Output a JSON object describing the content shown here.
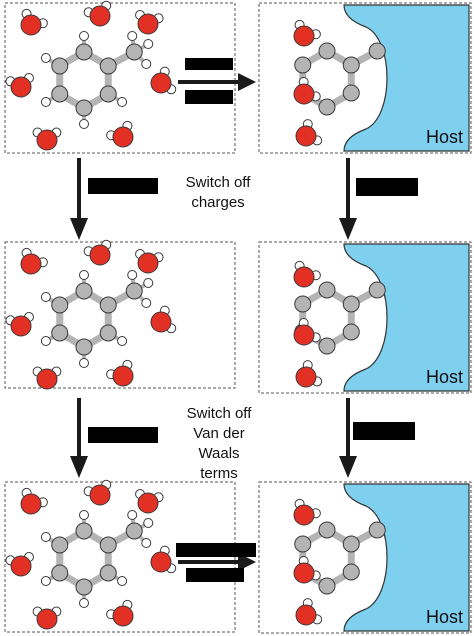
{
  "labels": {
    "switch_off_charges": [
      "Switch off",
      "charges"
    ],
    "switch_off_vdw": [
      "Switch off",
      "Van der",
      "Waals",
      "terms"
    ]
  },
  "host_label": "Host",
  "colors": {
    "carbon": "#b4b4b4",
    "oxygen": "#e23124",
    "hydrogen": "#ffffff",
    "atom_stroke": "#3a3a3a",
    "bond": "#b4b4b4",
    "host_fill": "#7fd0ee",
    "host_stroke": "#333333",
    "arrow": "#1a1a1a",
    "redaction": "#000000",
    "panel_border": "#555555"
  },
  "panels": [
    {
      "id": "solvent-full",
      "host": false
    },
    {
      "id": "host-full",
      "host": true
    },
    {
      "id": "solvent-no-charges",
      "host": false
    },
    {
      "id": "host-no-charges",
      "host": true
    },
    {
      "id": "solvent-no-vdw",
      "host": false
    },
    {
      "id": "host-no-vdw",
      "host": true
    }
  ],
  "icons": [
    "right-arrow-icon",
    "down-arrow-icon",
    "redacted-label-block"
  ]
}
